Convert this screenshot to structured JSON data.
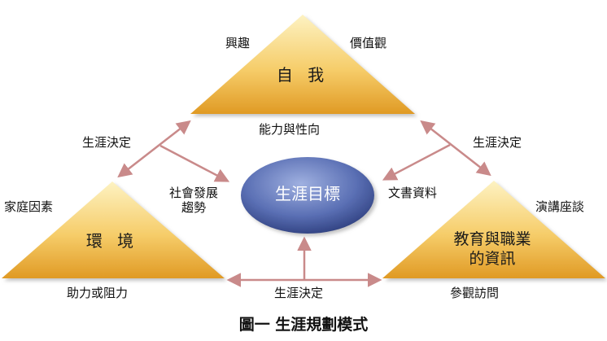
{
  "nodes": {
    "self": "自 我",
    "environment": "環 境",
    "education_info": [
      "教育與職業",
      "的資訊"
    ],
    "goal": "生涯目標"
  },
  "labels": {
    "interest": "興趣",
    "values": "價值觀",
    "ability_personality": "能力與性向",
    "decision_left": "生涯決定",
    "decision_right": "生涯決定",
    "decision_bottom": "生涯決定",
    "family_factors": "家庭因素",
    "social_trends": [
      "社會發展",
      "趨勢"
    ],
    "documents": "文書資料",
    "lectures": "演講座談",
    "help_obstacle": "助力或阻力",
    "visits": "參觀訪問"
  },
  "caption": "圖一 生涯規劃模式",
  "colors": {
    "triangle_light": "#fdeeb0",
    "triangle_dark": "#e6a52c",
    "ellipse_light": "#8d9fd4",
    "ellipse_dark": "#2c3d7c",
    "arrow": "#c98a8a"
  }
}
